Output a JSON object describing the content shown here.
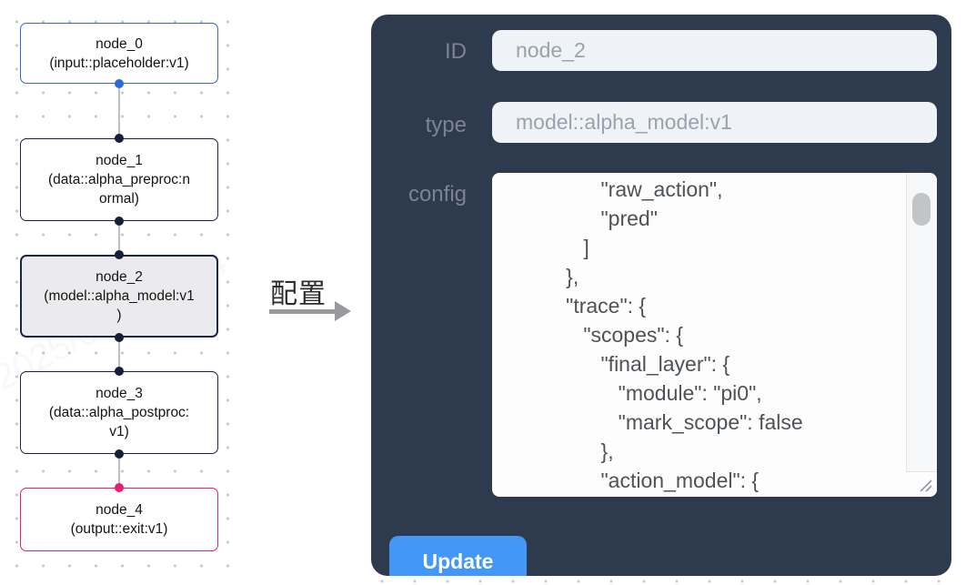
{
  "flow": {
    "nodes": [
      {
        "id": "node_0",
        "lines": [
          "node_0",
          "(input::placeholder:v1)"
        ],
        "border_color": "#3a66c1",
        "selected": false
      },
      {
        "id": "node_1",
        "lines": [
          "node_1",
          "(data::alpha_preproc:n",
          "ormal)"
        ],
        "border_color": "#1b2440",
        "selected": false
      },
      {
        "id": "node_2",
        "lines": [
          "node_2",
          "(model::alpha_model:v1",
          ")"
        ],
        "border_color": "#1b2440",
        "selected": true
      },
      {
        "id": "node_3",
        "lines": [
          "node_3",
          "(data::alpha_postproc:",
          "v1)"
        ],
        "border_color": "#1b2440",
        "selected": false
      },
      {
        "id": "node_4",
        "lines": [
          "node_4",
          "(output::exit:v1)"
        ],
        "border_color": "#ea1d6e",
        "selected": false
      }
    ],
    "port_colors": {
      "input_port": "#2b6ade",
      "default_port": "#17203a",
      "output_port": "#ea1d6e"
    },
    "link_color": "#bcbfc4"
  },
  "middle": {
    "label": "配置",
    "arrow_color": "#97999c"
  },
  "panel": {
    "bg_color": "#2e3b4e",
    "fields": {
      "id": {
        "label": "ID",
        "value": "node_2"
      },
      "type": {
        "label": "type",
        "value": "model::alpha_model:v1"
      },
      "config": {
        "label": "config",
        "value": "         \"raw_action\",\n         \"pred\"\n      ]\n   },\n   \"trace\": {\n      \"scopes\": {\n         \"final_layer\": {\n            \"module\": \"pi0\",\n            \"mark_scope\": false\n         },\n         \"action_model\": {"
      }
    },
    "update_button": {
      "label": "Update",
      "color": "#4398f7"
    }
  },
  "watermark": {
    "text": "2025/04/11 11:4"
  }
}
